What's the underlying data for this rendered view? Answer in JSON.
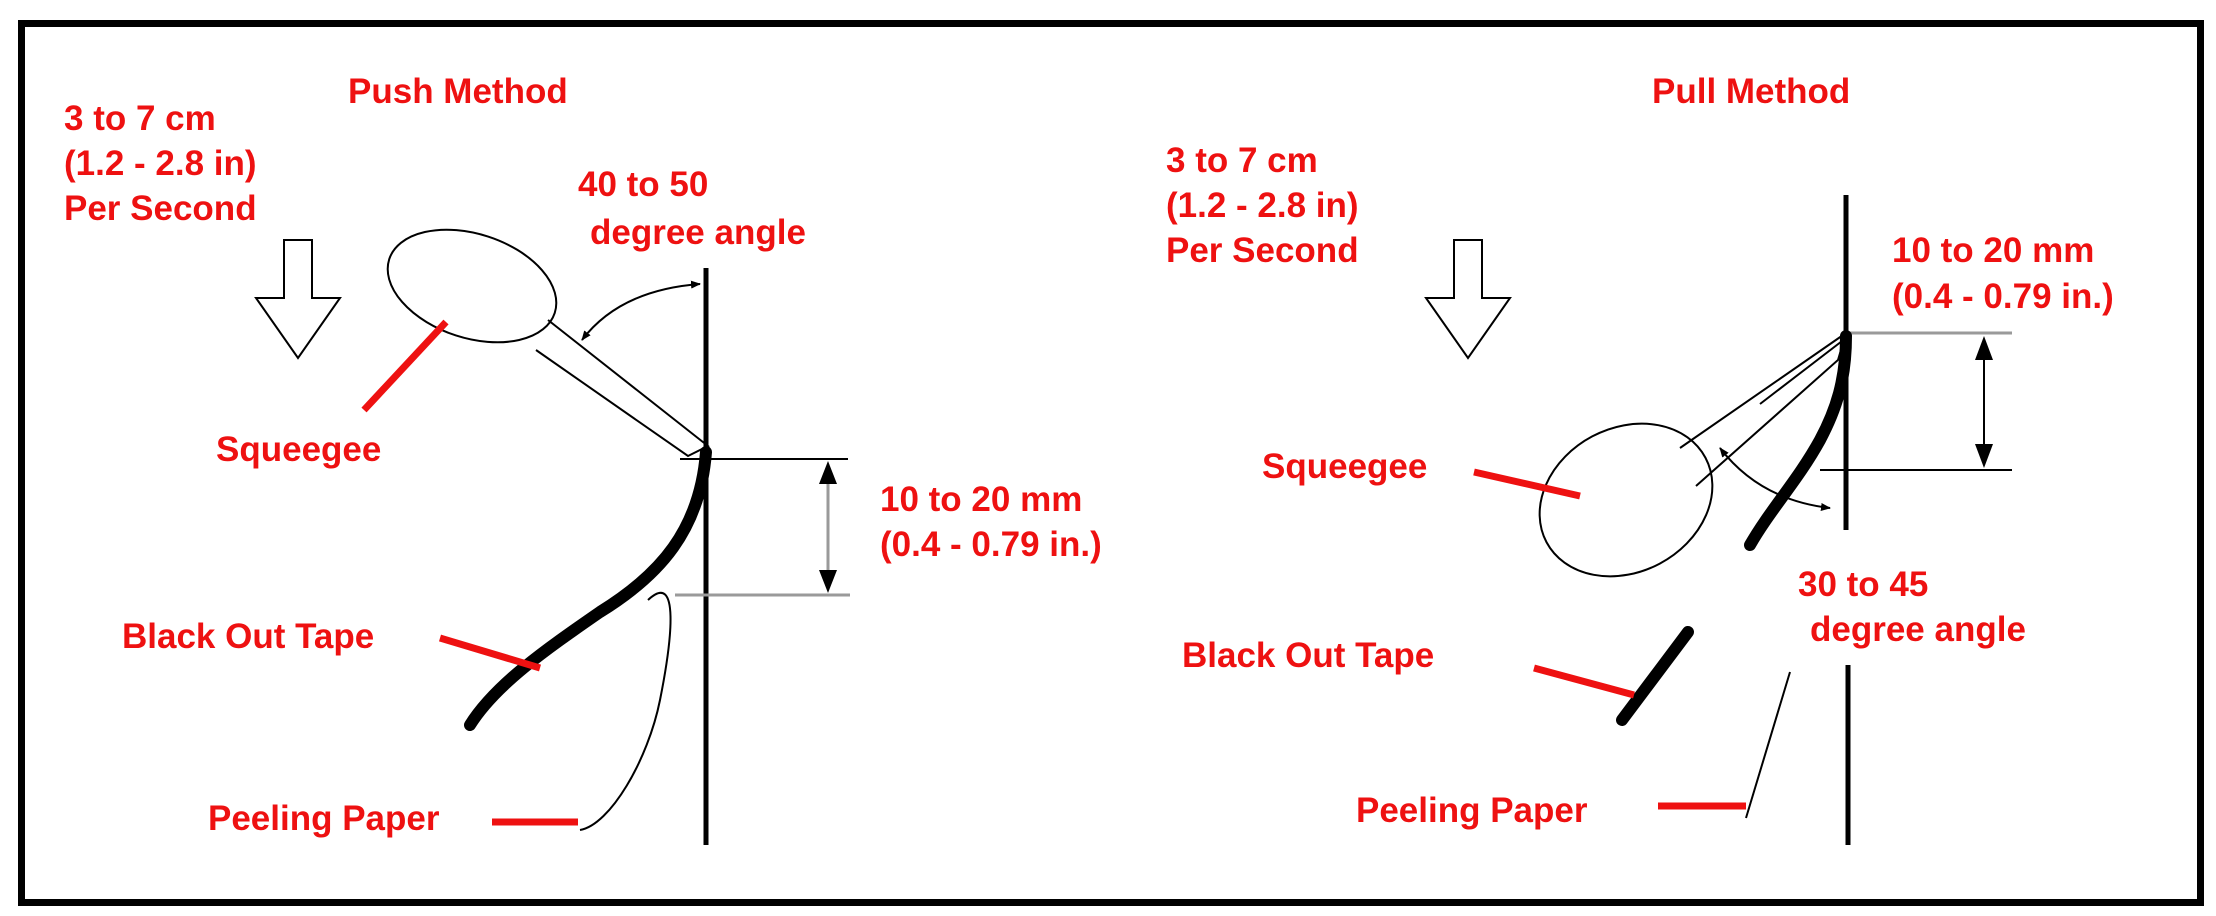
{
  "push": {
    "title": "Push Method",
    "speed": [
      "3 to 7 cm",
      "(1.2 - 2.8 in)",
      "Per Second"
    ],
    "angle": [
      "40 to 50",
      "degree angle"
    ],
    "distance": [
      "10 to 20 mm",
      "(0.4 - 0.79 in.)"
    ],
    "squeegee_label": "Squeegee",
    "tape_label": "Black Out Tape",
    "paper_label": "Peeling Paper"
  },
  "pull": {
    "title": "Pull Method",
    "speed": [
      "3 to 7 cm",
      "(1.2 - 2.8 in)",
      "Per Second"
    ],
    "angle": [
      "30 to 45",
      "degree angle"
    ],
    "distance": [
      "10 to 20 mm",
      "(0.4 - 0.79 in.)"
    ],
    "squeegee_label": "Squeegee",
    "tape_label": "Black Out Tape",
    "paper_label": "Peeling Paper"
  },
  "colors": {
    "label": "#ee1111",
    "line": "#000000",
    "frame": "#000000"
  },
  "icons": [
    "down-arrow-icon",
    "squeegee-icon"
  ]
}
